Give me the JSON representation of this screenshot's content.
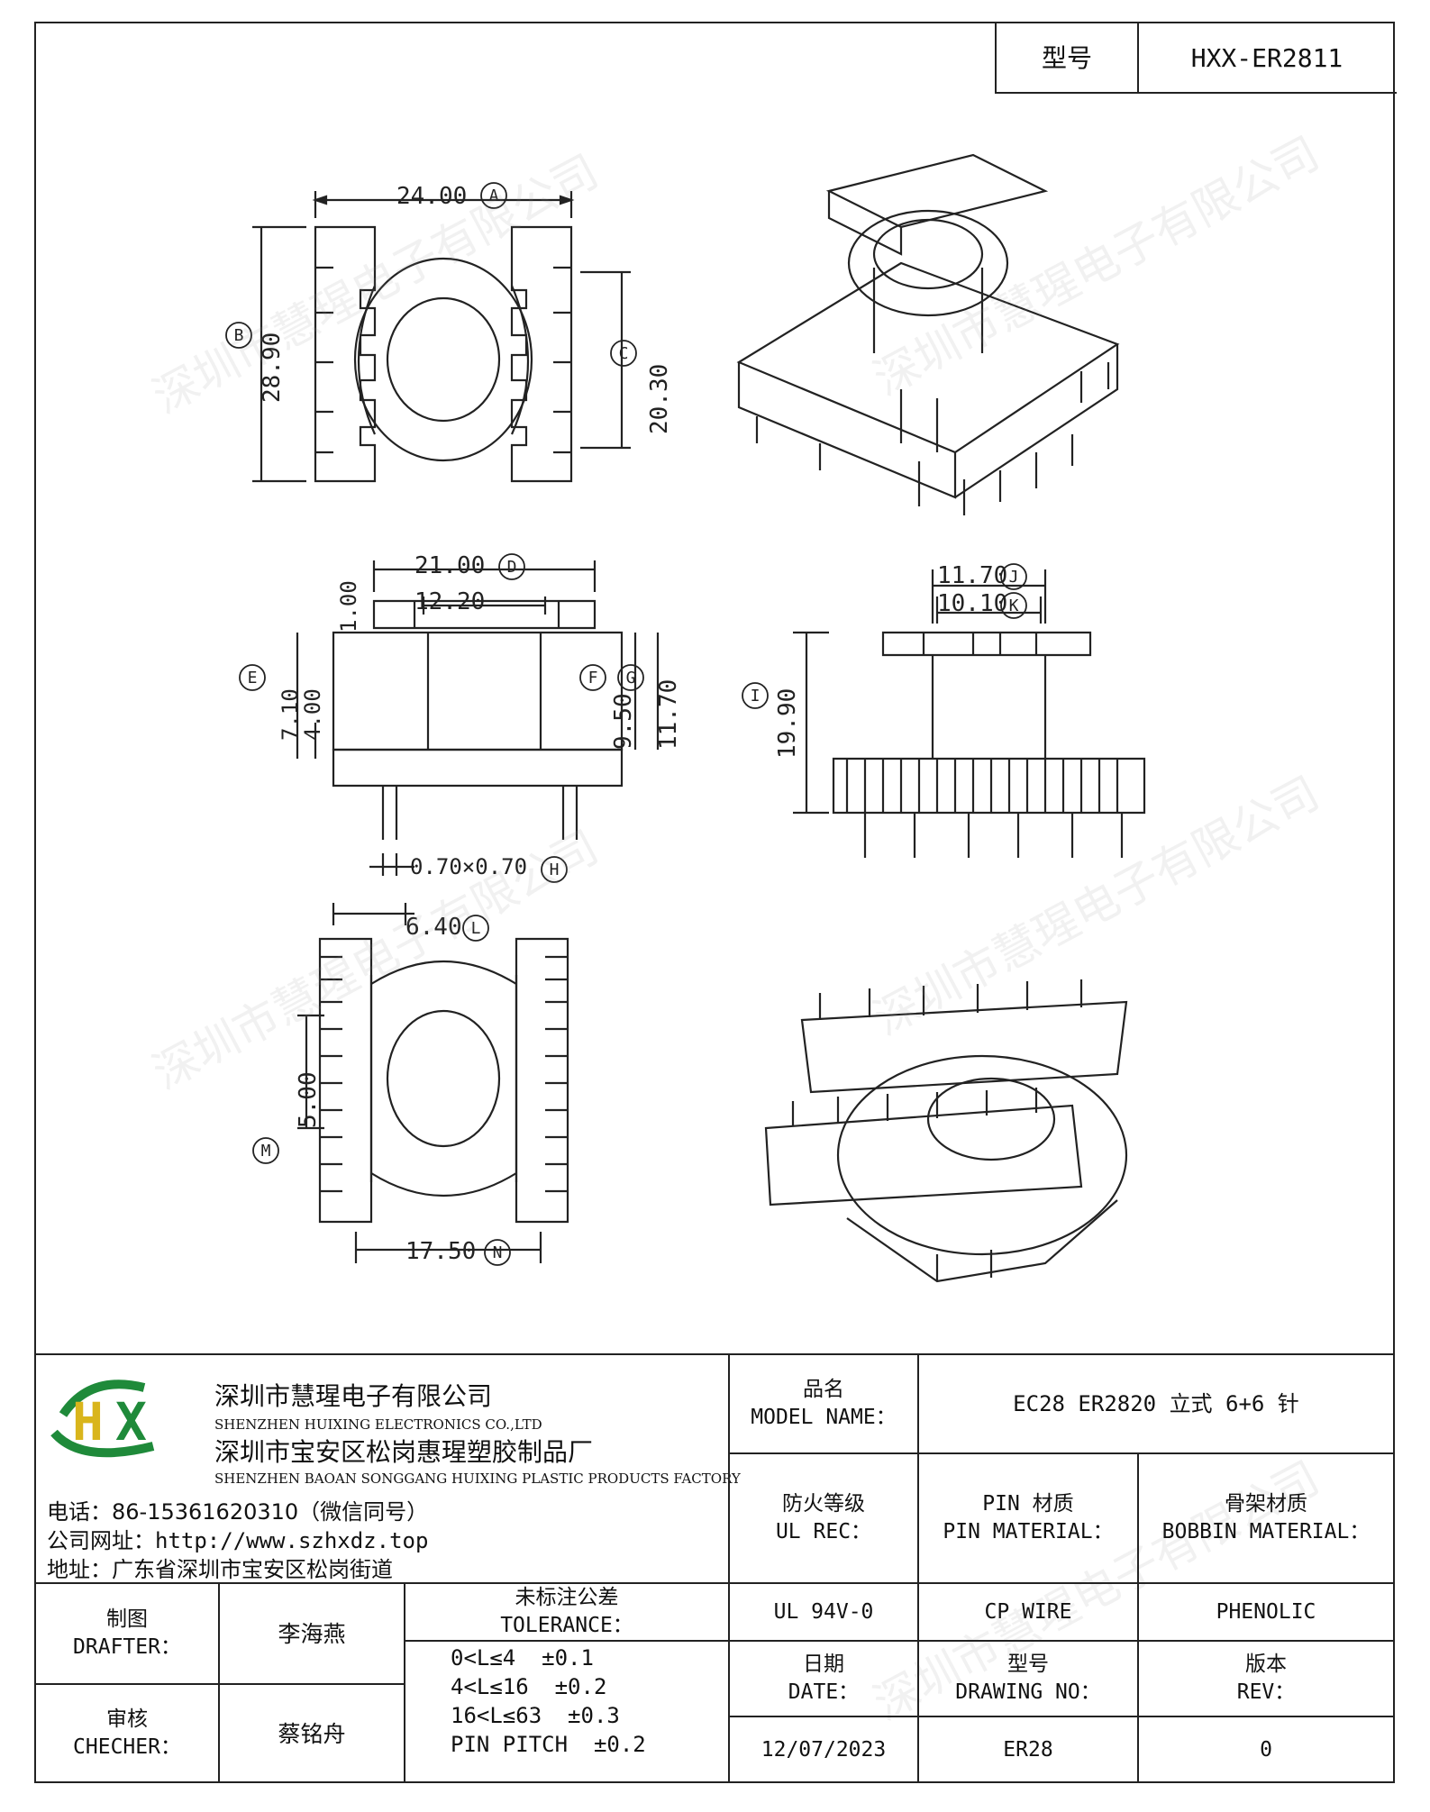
{
  "header": {
    "model_label": "型号",
    "model_value": "HXX-ER2811"
  },
  "drawings": {
    "dim_a": "24.00",
    "dim_b": "28.90",
    "dim_c": "20.30",
    "dim_d": "21.00",
    "dim_1": "12.20",
    "dim_2": "1.00",
    "dim_e": "7.10",
    "dim_3": "4.00",
    "dim_f": "9.50",
    "dim_g": "11.70",
    "dim_h": "0.70×0.70",
    "dim_j": "11.70",
    "dim_k": "10.10",
    "dim_i": "19.90",
    "dim_l": "6.40",
    "dim_m": "5.00",
    "dim_n": "17.50",
    "letters": [
      "A",
      "B",
      "C",
      "D",
      "E",
      "F",
      "G",
      "H",
      "I",
      "J",
      "K",
      "L",
      "M",
      "N"
    ]
  },
  "watermark": "深圳市慧瑆电子有限公司",
  "company": {
    "logo_text": "HX",
    "logo_colors": {
      "primary": "#1f8a3a",
      "accent": "#d9b51c"
    },
    "name_cn": "深圳市慧瑆电子有限公司",
    "name_en": "SHENZHEN HUIXING ELECTRONICS CO.,LTD",
    "factory_cn": "深圳市宝安区松岗惠瑆塑胶制品厂",
    "factory_en": "SHENZHEN BAOAN SONGGANG HUIXING PLASTIC PRODUCTS FACTORY",
    "phone": "电话：86-15361620310（微信同号）",
    "website": "公司网址：http://www.szhxdz.top",
    "address": "地址：广东省深圳市宝安区松岗街道"
  },
  "title_block": {
    "model_name_cn": "品名",
    "model_name_en": "MODEL NAME：",
    "model_name_value": "EC28 ER2820 立式 6+6 针",
    "ul_cn": "防火等级",
    "ul_en": "UL REC：",
    "pin_cn": "PIN 材质",
    "pin_en": "PIN MATERIAL：",
    "bobbin_cn": "骨架材质",
    "bobbin_en": "BOBBIN MATERIAL：",
    "ul_value": "UL 94V-0",
    "pin_value": "CP WIRE",
    "bobbin_value": "PHENOLIC",
    "date_cn": "日期",
    "date_en": "DATE：",
    "drawing_no_cn": "型号",
    "drawing_no_en": "DRAWING NO：",
    "rev_cn": "版本",
    "rev_en": "REV：",
    "date_value": "12/07/2023",
    "drawing_no_value": "ER28",
    "rev_value": "0",
    "drafter_cn": "制图",
    "drafter_en": "DRAFTER：",
    "drafter_value": "李海燕",
    "checker_cn": "审核",
    "checker_en": "CHECHER：",
    "checker_value": "蔡铭舟",
    "tolerance_cn": "未标注公差",
    "tolerance_en": "TOLERANCE：",
    "tolerances": [
      "0<L≤4  ±0.1",
      "4<L≤16  ±0.2",
      "16<L≤63  ±0.3",
      "PIN PITCH  ±0.2"
    ]
  }
}
